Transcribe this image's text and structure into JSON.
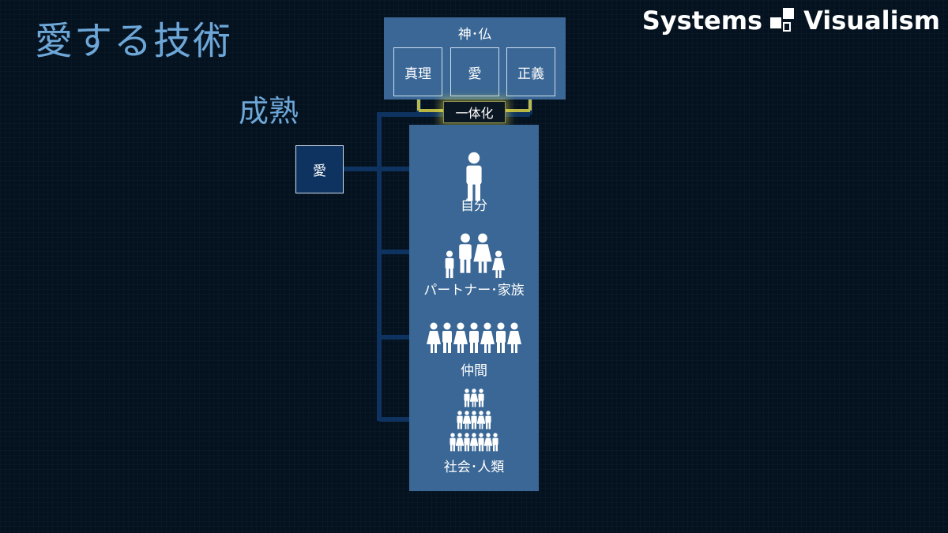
{
  "title": "愛する技術",
  "subtitle": "成熟",
  "brand": {
    "left": "Systems",
    "right": "Visualism"
  },
  "divine": {
    "title": "神･仏",
    "items": [
      "真理",
      "愛",
      "正義"
    ]
  },
  "union_label": "一体化",
  "love_box_label": "愛",
  "levels": [
    "自分",
    "パートナー･家族",
    "仲間",
    "社会･人類"
  ],
  "colors": {
    "background": "#04111f",
    "panel": "#3a6795",
    "title": "#6da7d8",
    "connector": "#0e3360",
    "glow": "#ebe650"
  }
}
